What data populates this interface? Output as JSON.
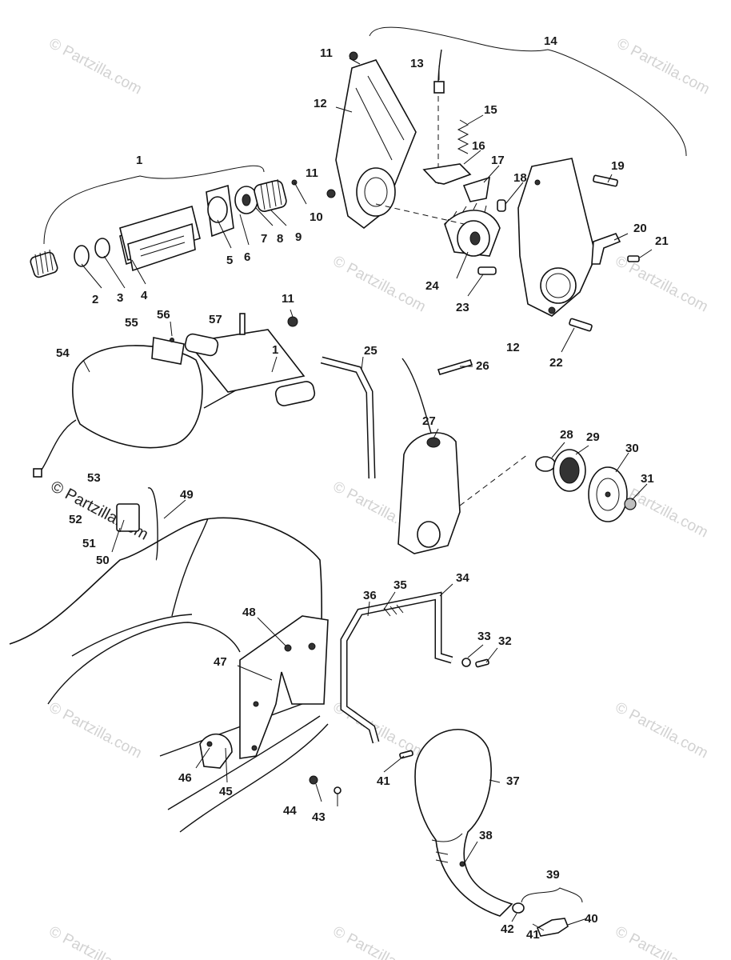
{
  "watermark": "© Partzilla.com",
  "labels": [
    "1",
    "2",
    "3",
    "4",
    "5",
    "6",
    "7",
    "8",
    "9",
    "10",
    "11",
    "12",
    "13",
    "14",
    "15",
    "16",
    "17",
    "18",
    "19",
    "20",
    "21",
    "22",
    "23",
    "24",
    "25",
    "26",
    "27",
    "28",
    "29",
    "30",
    "31",
    "32",
    "33",
    "34",
    "35",
    "36",
    "37",
    "38",
    "39",
    "40",
    "41",
    "42",
    "43",
    "44",
    "45",
    "46",
    "47",
    "48",
    "49",
    "50",
    "51",
    "52",
    "53",
    "54",
    "55",
    "56",
    "57"
  ],
  "labels_repeat": [
    "1",
    "11",
    "12",
    "41"
  ]
}
